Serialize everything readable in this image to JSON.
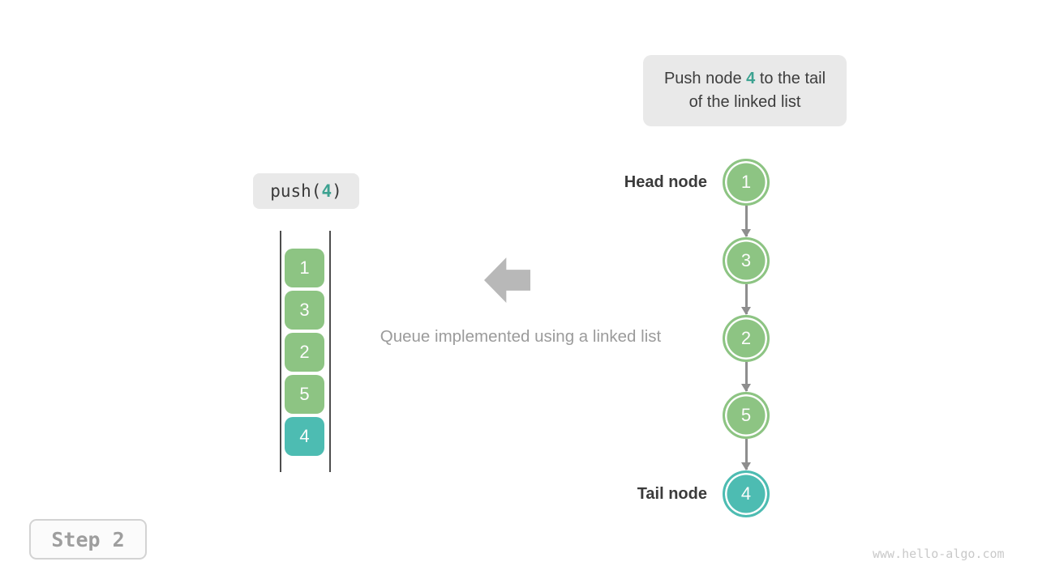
{
  "colors": {
    "node_green": "#8dc483",
    "node_teal": "#4dbcb2",
    "accent_text_teal": "#3da291",
    "callout_background": "#e9e9e9",
    "connector_gray": "#8e8e8e",
    "block_arrow_gray": "#b8b8b8",
    "caption_gray": "#9b9b9b"
  },
  "callout": {
    "before": "Push node ",
    "accent": "4",
    "after": " to the tail of the linked list"
  },
  "push_badge": {
    "before": "push(",
    "accent": "4",
    "after": ")"
  },
  "queue_stack": {
    "items": [
      {
        "value": "1",
        "style": "green"
      },
      {
        "value": "3",
        "style": "green"
      },
      {
        "value": "2",
        "style": "green"
      },
      {
        "value": "5",
        "style": "green"
      },
      {
        "value": "4",
        "style": "teal"
      }
    ]
  },
  "center": {
    "caption": "Queue implemented using a linked list",
    "arrow_icon": "left-block-arrow"
  },
  "linked_list": {
    "head_label": "Head node",
    "tail_label": "Tail node",
    "nodes": [
      {
        "value": "1",
        "style": "green"
      },
      {
        "value": "3",
        "style": "green"
      },
      {
        "value": "2",
        "style": "green"
      },
      {
        "value": "5",
        "style": "green"
      },
      {
        "value": "4",
        "style": "teal"
      }
    ]
  },
  "footer": {
    "step_label": "Step 2",
    "watermark": "www.hello-algo.com"
  }
}
